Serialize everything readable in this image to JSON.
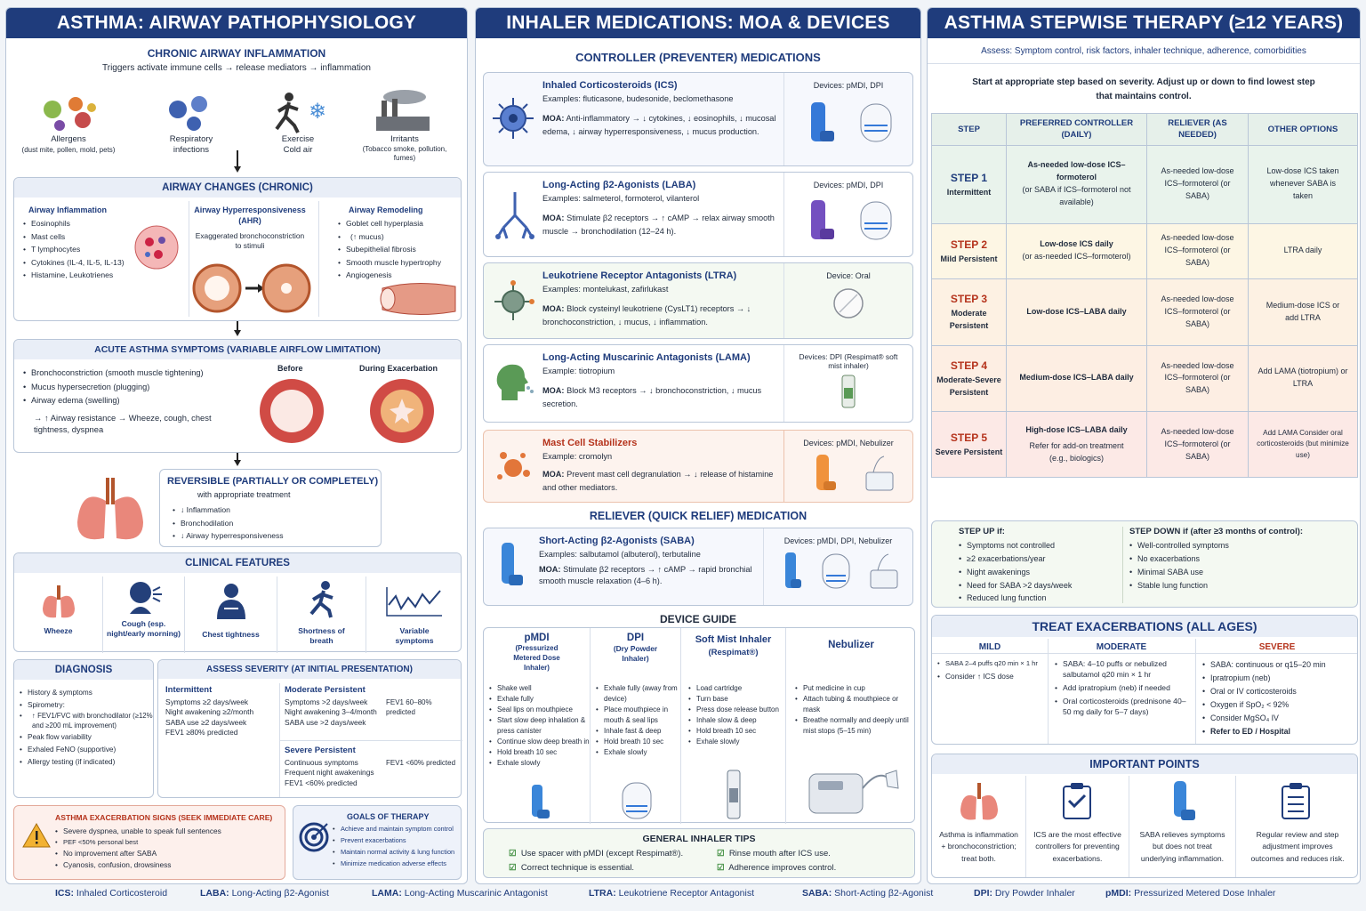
{
  "col1": {
    "header": "ASTHMA: AIRWAY PATHOPHYSIOLOGY",
    "inflam_title": "CHRONIC AIRWAY INFLAMMATION",
    "inflam_sub": "Triggers activate immune cells → release mediators → inflammation",
    "triggers": [
      {
        "label": "Allergens",
        "sub": "(dust mite, pollen, mold, pets)"
      },
      {
        "label": "Respiratory",
        "sub": "infections"
      },
      {
        "label": "Exercise",
        "sub": "Cold air"
      },
      {
        "label": "Irritants",
        "sub": "(Tobacco smoke, pollution, fumes)"
      }
    ],
    "changes_title": "AIRWAY CHANGES (CHRONIC)",
    "changes_inflam_title": "Airway Inflammation",
    "changes_inflam_items": [
      "Eosinophils",
      "Mast cells",
      "T lymphocytes",
      "Cytokines (IL-4, IL-5, IL-13)",
      "Histamine, Leukotrienes"
    ],
    "ahr_title": "Airway Hyperresponsiveness (AHR)",
    "ahr_text": "Exaggerated bronchoconstriction to stimuli",
    "remodel_title": "Airway Remodeling",
    "remodel_items": [
      "Goblet cell hyperplasia",
      "(↑ mucus)",
      "Subepithelial fibrosis",
      "Smooth muscle hypertrophy",
      "Angiogenesis"
    ],
    "acute_title": "ACUTE ASTHMA SYMPTOMS (VARIABLE AIRFLOW LIMITATION)",
    "acute_items": [
      "Bronchoconstriction (smooth muscle tightening)",
      "Mucus hypersecretion (plugging)",
      "Airway edema (swelling)"
    ],
    "acute_result": "→ ↑ Airway resistance → Wheeze, cough, chest tightness, dyspnea",
    "before": "Before",
    "during": "During Exacerbation",
    "rev_title": "REVERSIBLE (PARTIALLY OR COMPLETELY)",
    "rev_sub": "with appropriate treatment",
    "rev_items": [
      "↓ Inflammation",
      "Bronchodilation",
      "↓ Airway hyperresponsiveness"
    ],
    "clin_title": "CLINICAL FEATURES",
    "clin": [
      {
        "label": "Wheeze"
      },
      {
        "label": "Cough (esp. night/early morning)"
      },
      {
        "label": "Chest tightness"
      },
      {
        "label": "Shortness of breath"
      },
      {
        "label": "Variable symptoms"
      }
    ],
    "diag_title": "DIAGNOSIS",
    "diag_items": [
      "History & symptoms",
      "Spirometry:",
      "↑ FEV1/FVC with bronchodilator (≥12% and ≥200 mL improvement)",
      "Peak flow variability",
      "Exhaled FeNO (supportive)",
      "Allergy testing (if indicated)"
    ],
    "sev_title": "ASSESS SEVERITY (AT INITIAL PRESENTATION)",
    "sev_int_title": "Intermittent",
    "sev_int": [
      "Symptoms ≥2 days/week",
      "Night awakening ≥2/month",
      "SABA use ≥2 days/week",
      "FEV1 ≥80% predicted"
    ],
    "sev_mod_title": "Moderate Persistent",
    "sev_mod": [
      "Symptoms >2 days/week",
      "Night awakening 3–4/month",
      "SABA use >2 days/week"
    ],
    "sev_mod_fev": "FEV1 60–80% predicted",
    "sev_sev_title": "Severe Persistent",
    "sev_sev": [
      "Continuous symptoms",
      "Frequent night awakenings",
      "FEV1 <60% predicted"
    ],
    "sev_sev_fev": "FEV1 <60% predicted",
    "exac_title": "ASTHMA EXACERBATION SIGNS (SEEK IMMEDIATE CARE)",
    "exac_items": [
      "Severe dyspnea, unable to speak full sentences",
      "PEF <50% personal best",
      "No improvement after SABA",
      "Cyanosis, confusion, drowsiness"
    ],
    "goals_title": "GOALS OF THERAPY",
    "goals_items": [
      "Achieve and maintain symptom control",
      "Prevent exacerbations",
      "Maintain normal activity & lung function",
      "Minimize medication adverse effects"
    ]
  },
  "col2": {
    "header": "INHALER MEDICATIONS: MOA & DEVICES",
    "controller_title": "CONTROLLER (PREVENTER) MEDICATIONS",
    "meds": [
      {
        "name": "Inhaled Corticosteroids (ICS)",
        "examples": "Examples: fluticasone, budesonide, beclomethasone",
        "moa": "Anti-inflammatory → ↓ cytokines, ↓ eosinophils, ↓ mucosal edema, ↓ airway hyperresponsiveness, ↓ mucus production.",
        "devices": "Devices: pMDI, DPI"
      },
      {
        "name": "Long-Acting β2-Agonists (LABA)",
        "examples": "Examples: salmeterol, formoterol, vilanterol",
        "moa": "Stimulate β2 receptors → ↑ cAMP → relax airway smooth muscle → bronchodilation (12–24 h).",
        "devices": "Devices: pMDI, DPI"
      },
      {
        "name": "Leukotriene Receptor Antagonists (LTRA)",
        "examples": "Examples: montelukast, zafirlukast",
        "moa": "Block cysteinyl leukotriene (CysLT1) receptors → ↓ bronchoconstriction, ↓ mucus, ↓ inflammation.",
        "devices": "Device: Oral"
      },
      {
        "name": "Long-Acting Muscarinic Antagonists (LAMA)",
        "examples": "Example: tiotropium",
        "moa": "Block M3 receptors → ↓ bronchoconstriction, ↓ mucus secretion.",
        "devices": "Devices: DPI (Respimat® soft mist inhaler)"
      },
      {
        "name": "Mast Cell Stabilizers",
        "examples": "Example: cromolyn",
        "moa": "Prevent mast cell degranulation → ↓ release of histamine and other mediators.",
        "devices": "Devices: pMDI, Nebulizer"
      }
    ],
    "moa_label": "MOA:",
    "reliever_title": "RELIEVER (QUICK RELIEF) MEDICATION",
    "saba": {
      "name": "Short-Acting β2-Agonists (SABA)",
      "examples": "Examples: salbutamol (albuterol), terbutaline",
      "moa": "Stimulate β2 receptors → ↑ cAMP → rapid bronchial smooth muscle relaxation (4–6 h).",
      "devices": "Devices: pMDI, DPI, Nebulizer"
    },
    "device_title": "DEVICE GUIDE",
    "devices": [
      {
        "name": "pMDI",
        "sub": "(Pressurized Metered Dose Inhaler)",
        "steps": [
          "Shake well",
          "Exhale fully",
          "Seal lips on mouthpiece",
          "Start slow deep inhalation & press canister",
          "Continue slow deep breath in",
          "Hold breath 10 sec",
          "Exhale slowly"
        ]
      },
      {
        "name": "DPI",
        "sub": "(Dry Powder Inhaler)",
        "steps": [
          "Exhale fully (away from device)",
          "Place mouthpiece in mouth & seal lips",
          "Inhale fast & deep",
          "Hold breath 10 sec",
          "Exhale slowly"
        ]
      },
      {
        "name": "Soft Mist Inhaler",
        "sub": "(Respimat®)",
        "steps": [
          "Load cartridge",
          "Turn base",
          "Press dose release button",
          "Inhale slow & deep",
          "Hold breath 10 sec",
          "Exhale slowly"
        ]
      },
      {
        "name": "Nebulizer",
        "sub": "",
        "steps": [
          "Put medicine in cup",
          "Attach tubing & mouthpiece or mask",
          "Breathe normally and deeply until mist stops (5–15 min)"
        ]
      }
    ],
    "tips_title": "GENERAL INHALER TIPS",
    "tips": [
      "Use spacer with pMDI (except Respimat®).",
      "Rinse mouth after ICS use.",
      "Correct technique is essential.",
      "Adherence improves control."
    ]
  },
  "col3": {
    "header": "ASTHMA STEPWISE THERAPY (≥12 YEARS)",
    "assess": "Assess: Symptom control, risk factors, inhaler technique, adherence, comorbidities",
    "start": "Start at appropriate step based on severity. Adjust up or down to find lowest step that maintains control.",
    "table_head": [
      "STEP",
      "PREFERRED CONTROLLER (DAILY)",
      "RELIEVER (AS NEEDED)",
      "OTHER OPTIONS"
    ],
    "steps": [
      {
        "step": "STEP 1",
        "sev": "Intermittent",
        "pref": "As-needed low-dose ICS–formoterol",
        "pref2": "(or SABA if ICS–formoterol not available)",
        "rel": "As-needed low-dose ICS–formoterol (or SABA)",
        "other": "Low-dose ICS taken whenever SABA is taken",
        "color": "#e9f3ec",
        "textc": "#1f3c7c"
      },
      {
        "step": "STEP 2",
        "sev": "Mild Persistent",
        "pref": "Low-dose ICS daily",
        "pref2": "(or as-needed ICS–formoterol)",
        "rel": "As-needed low-dose ICS–formoterol (or SABA)",
        "other": "LTRA daily",
        "color": "#fdf6e4",
        "textc": "#b5331c"
      },
      {
        "step": "STEP 3",
        "sev": "Moderate Persistent",
        "pref": "Low-dose ICS–LABA daily",
        "pref2": "",
        "rel": "As-needed low-dose ICS–formoterol (or SABA)",
        "other": "Medium-dose ICS or add LTRA",
        "color": "#fdf1e3",
        "textc": "#b5331c"
      },
      {
        "step": "STEP 4",
        "sev": "Moderate-Severe Persistent",
        "pref": "Medium-dose ICS–LABA daily",
        "pref2": "",
        "rel": "As-needed low-dose ICS–formoterol (or SABA)",
        "other": "Add LAMA (tiotropium) or LTRA",
        "color": "#fdeee3",
        "textc": "#b5331c"
      },
      {
        "step": "STEP 5",
        "sev": "Severe Persistent",
        "pref": "High-dose ICS–LABA daily",
        "pref2": "Refer for add-on treatment (e.g., biologics)",
        "rel": "As-needed low-dose ICS–formoterol (or SABA)",
        "other": "Add LAMA Consider oral corticosteroids (but minimize use)",
        "color": "#fce9e6",
        "textc": "#b5331c"
      }
    ],
    "stepup_title": "STEP UP if:",
    "stepup": [
      "Symptoms not controlled",
      "≥2 exacerbations/year",
      "Night awakenings",
      "Need for SABA >2 days/week",
      "Reduced lung function"
    ],
    "stepdown_title": "STEP DOWN if (after ≥3 months of control):",
    "stepdown": [
      "Well-controlled symptoms",
      "No exacerbations",
      "Minimal SABA use",
      "Stable lung function"
    ],
    "exac_title": "TREAT EXACERBATIONS (ALL AGES)",
    "mild_title": "MILD",
    "mild": [
      "SABA 2–4 puffs q20 min × 1 hr",
      "Consider ↑ ICS dose"
    ],
    "mod_title": "MODERATE",
    "mod": [
      "SABA: 4–10 puffs or nebulized salbutamol q20 min × 1 hr",
      "Add ipratropium (neb) if needed",
      "Oral corticosteroids (prednisone 40–50 mg daily for 5–7 days)"
    ],
    "sev_title": "SEVERE",
    "sev": [
      "SABA: continuous or q15–20 min",
      "Ipratropium (neb)",
      "Oral or IV corticosteroids",
      "Oxygen if SpO₂ < 92%",
      "Consider MgSO₄ IV",
      "Refer to ED / Hospital"
    ],
    "points_title": "IMPORTANT POINTS",
    "points": [
      "Asthma is inflammation + bronchoconstriction; treat both.",
      "ICS are the most effective controllers for preventing exacerbations.",
      "SABA relieves symptoms but does not treat underlying inflammation.",
      "Regular review and step adjustment improves outcomes and reduces risk."
    ]
  },
  "footer": [
    {
      "abbr": "ICS:",
      "full": "Inhaled Corticosteroid"
    },
    {
      "abbr": "LABA:",
      "full": "Long-Acting β2-Agonist"
    },
    {
      "abbr": "LAMA:",
      "full": "Long-Acting Muscarinic Antagonist"
    },
    {
      "abbr": "LTRA:",
      "full": "Leukotriene Receptor Antagonist"
    },
    {
      "abbr": "SABA:",
      "full": "Short-Acting β2-Agonist"
    },
    {
      "abbr": "DPI:",
      "full": "Dry Powder Inhaler"
    },
    {
      "abbr": "pMDI:",
      "full": "Pressurized Metered Dose Inhaler"
    }
  ],
  "colors": {
    "navy": "#1f3c7c",
    "red": "#b5331c",
    "border": "#b9c6d8"
  }
}
